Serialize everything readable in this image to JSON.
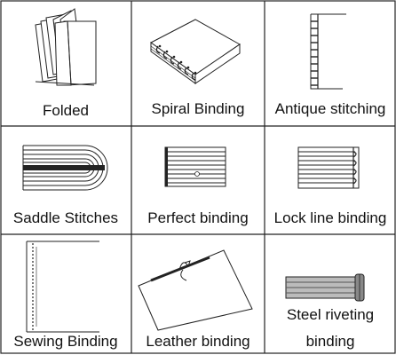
{
  "cells": [
    {
      "label": "Folded",
      "icon": "folded-book-icon"
    },
    {
      "label": "Spiral Binding",
      "icon": "spiral-binding-icon"
    },
    {
      "label": "Antique stitching",
      "icon": "antique-stitching-icon"
    },
    {
      "label": "Saddle Stitches",
      "icon": "saddle-stitch-icon"
    },
    {
      "label": "Perfect binding",
      "icon": "perfect-binding-icon"
    },
    {
      "label": "Lock line binding",
      "icon": "lock-line-binding-icon"
    },
    {
      "label": "Sewing Binding",
      "icon": "sewing-binding-icon"
    },
    {
      "label": "Leather binding",
      "icon": "leather-binding-icon"
    },
    {
      "label_line1": "Steel riveting",
      "label_line2": "binding",
      "icon": "steel-riveting-icon"
    }
  ]
}
